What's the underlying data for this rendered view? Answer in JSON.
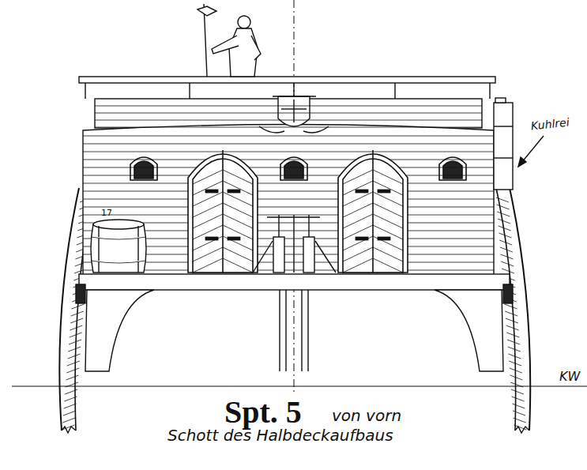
{
  "diagram": {
    "title": "Spt. 5",
    "caption": "Schott des Halbdeckaufbaus",
    "labels": [
      "von vorn",
      "Kuhlrei",
      "KW",
      "17"
    ]
  }
}
